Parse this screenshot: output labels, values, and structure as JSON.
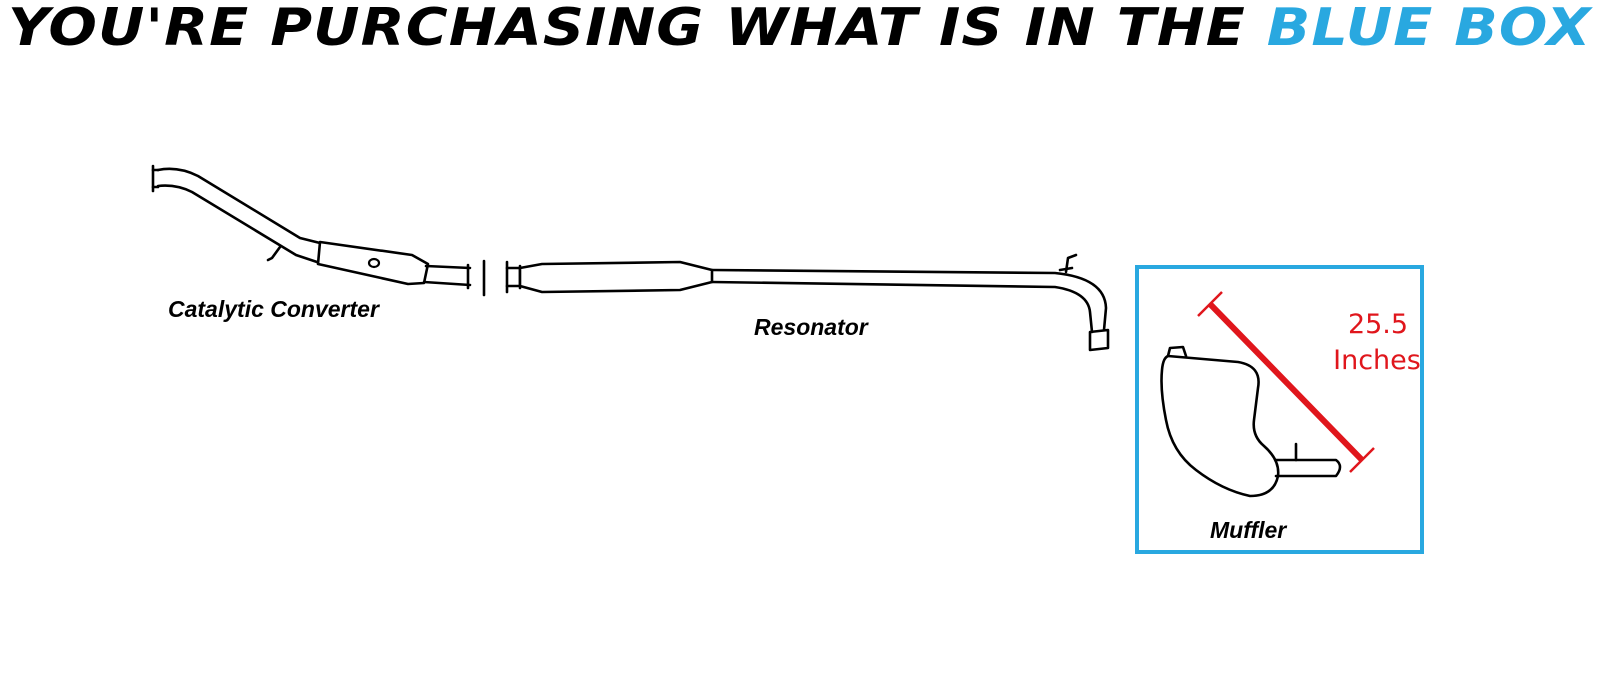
{
  "header": {
    "headline_prefix": "YOU'RE PURCHASING WHAT IS IN THE",
    "headline_highlight": "BLUE BOX"
  },
  "colors": {
    "highlight": "#29a8e0",
    "dimension": "#e0161c",
    "line": "#000000"
  },
  "diagram": {
    "labels": {
      "catalytic_converter": "Catalytic Converter",
      "resonator": "Resonator",
      "muffler": "Muffler"
    },
    "dimension": {
      "value": "25.5",
      "unit": "Inches"
    }
  }
}
